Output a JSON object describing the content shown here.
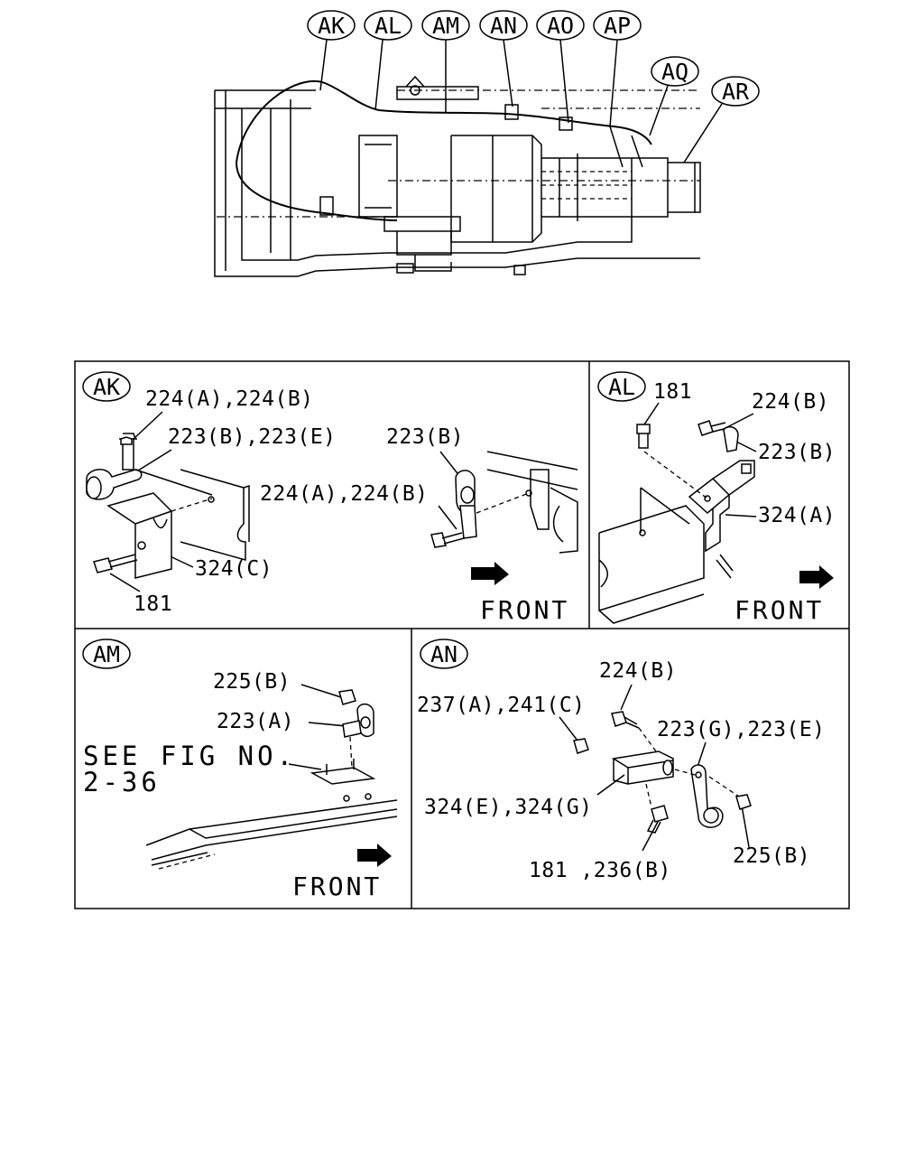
{
  "overview": {
    "callouts": [
      "AK",
      "AL",
      "AM",
      "AN",
      "AO",
      "AP",
      "AQ",
      "AR"
    ]
  },
  "panels": {
    "ak": {
      "tag": "AK",
      "labels": [
        "224(A),224(B)",
        "223(B),223(E)",
        "224(A),224(B)",
        "223(B)",
        "324(C)",
        "181"
      ],
      "front": "FRONT"
    },
    "al": {
      "tag": "AL",
      "labels": [
        "181",
        "224(B)",
        "223(B)",
        "324(A)"
      ],
      "front": "FRONT"
    },
    "am": {
      "tag": "AM",
      "labels": [
        "225(B)",
        "223(A)"
      ],
      "see_fig_line1": "SEE FIG NO.",
      "see_fig_line2": "2-36",
      "front": "FRONT"
    },
    "an": {
      "tag": "AN",
      "labels": [
        "224(B)",
        "237(A),241(C)",
        "223(G),223(E)",
        "324(E),324(G)",
        "225(B)",
        "181 ,236(B)"
      ]
    }
  }
}
